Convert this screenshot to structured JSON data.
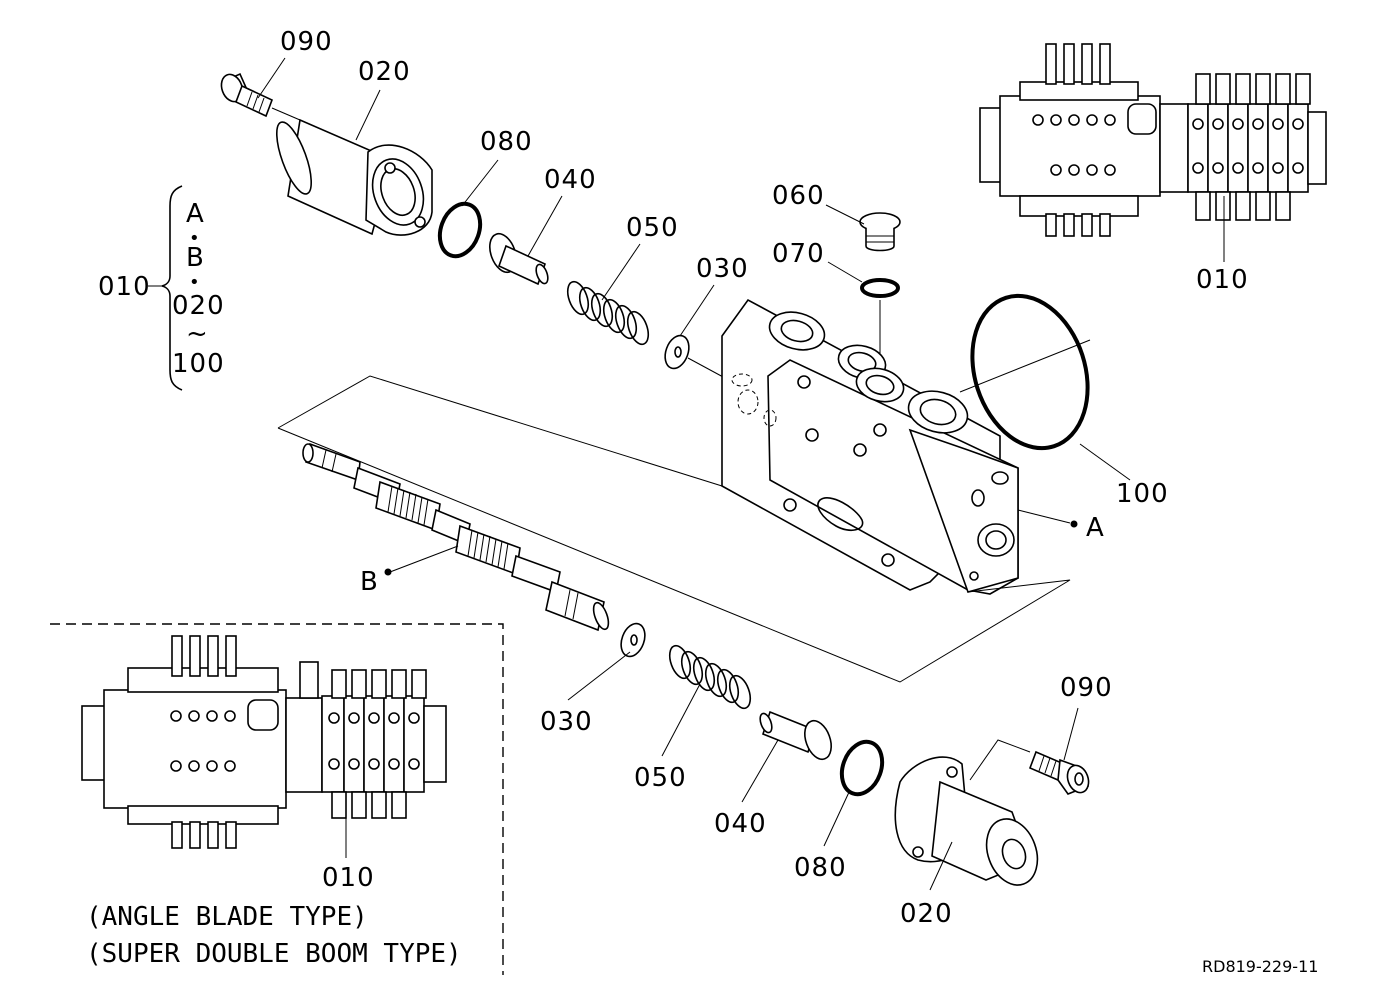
{
  "labels": {
    "l090_top": "090",
    "l020_top": "020",
    "l080_top": "080",
    "l040_top": "040",
    "l050_top": "050",
    "l030_top": "030",
    "l060": "060",
    "l070": "070",
    "l010_main": "010",
    "l010_right": "010",
    "l100": "100",
    "lA": "A",
    "lB": "B",
    "l030_bot": "030",
    "l050_bot": "050",
    "l040_bot": "040",
    "l080_bot": "080",
    "l020_bot": "020",
    "l090_bot": "090",
    "l010_left": "010"
  },
  "bracket": {
    "a": "A",
    "dot1": "•",
    "b": "B",
    "dot2": "•",
    "from": "020",
    "tilde": "~",
    "to": "100"
  },
  "captions": {
    "angle": "(ANGLE BLADE TYPE)",
    "super": "(SUPER DOUBLE BOOM TYPE)"
  },
  "ref": "RD819-229-11"
}
